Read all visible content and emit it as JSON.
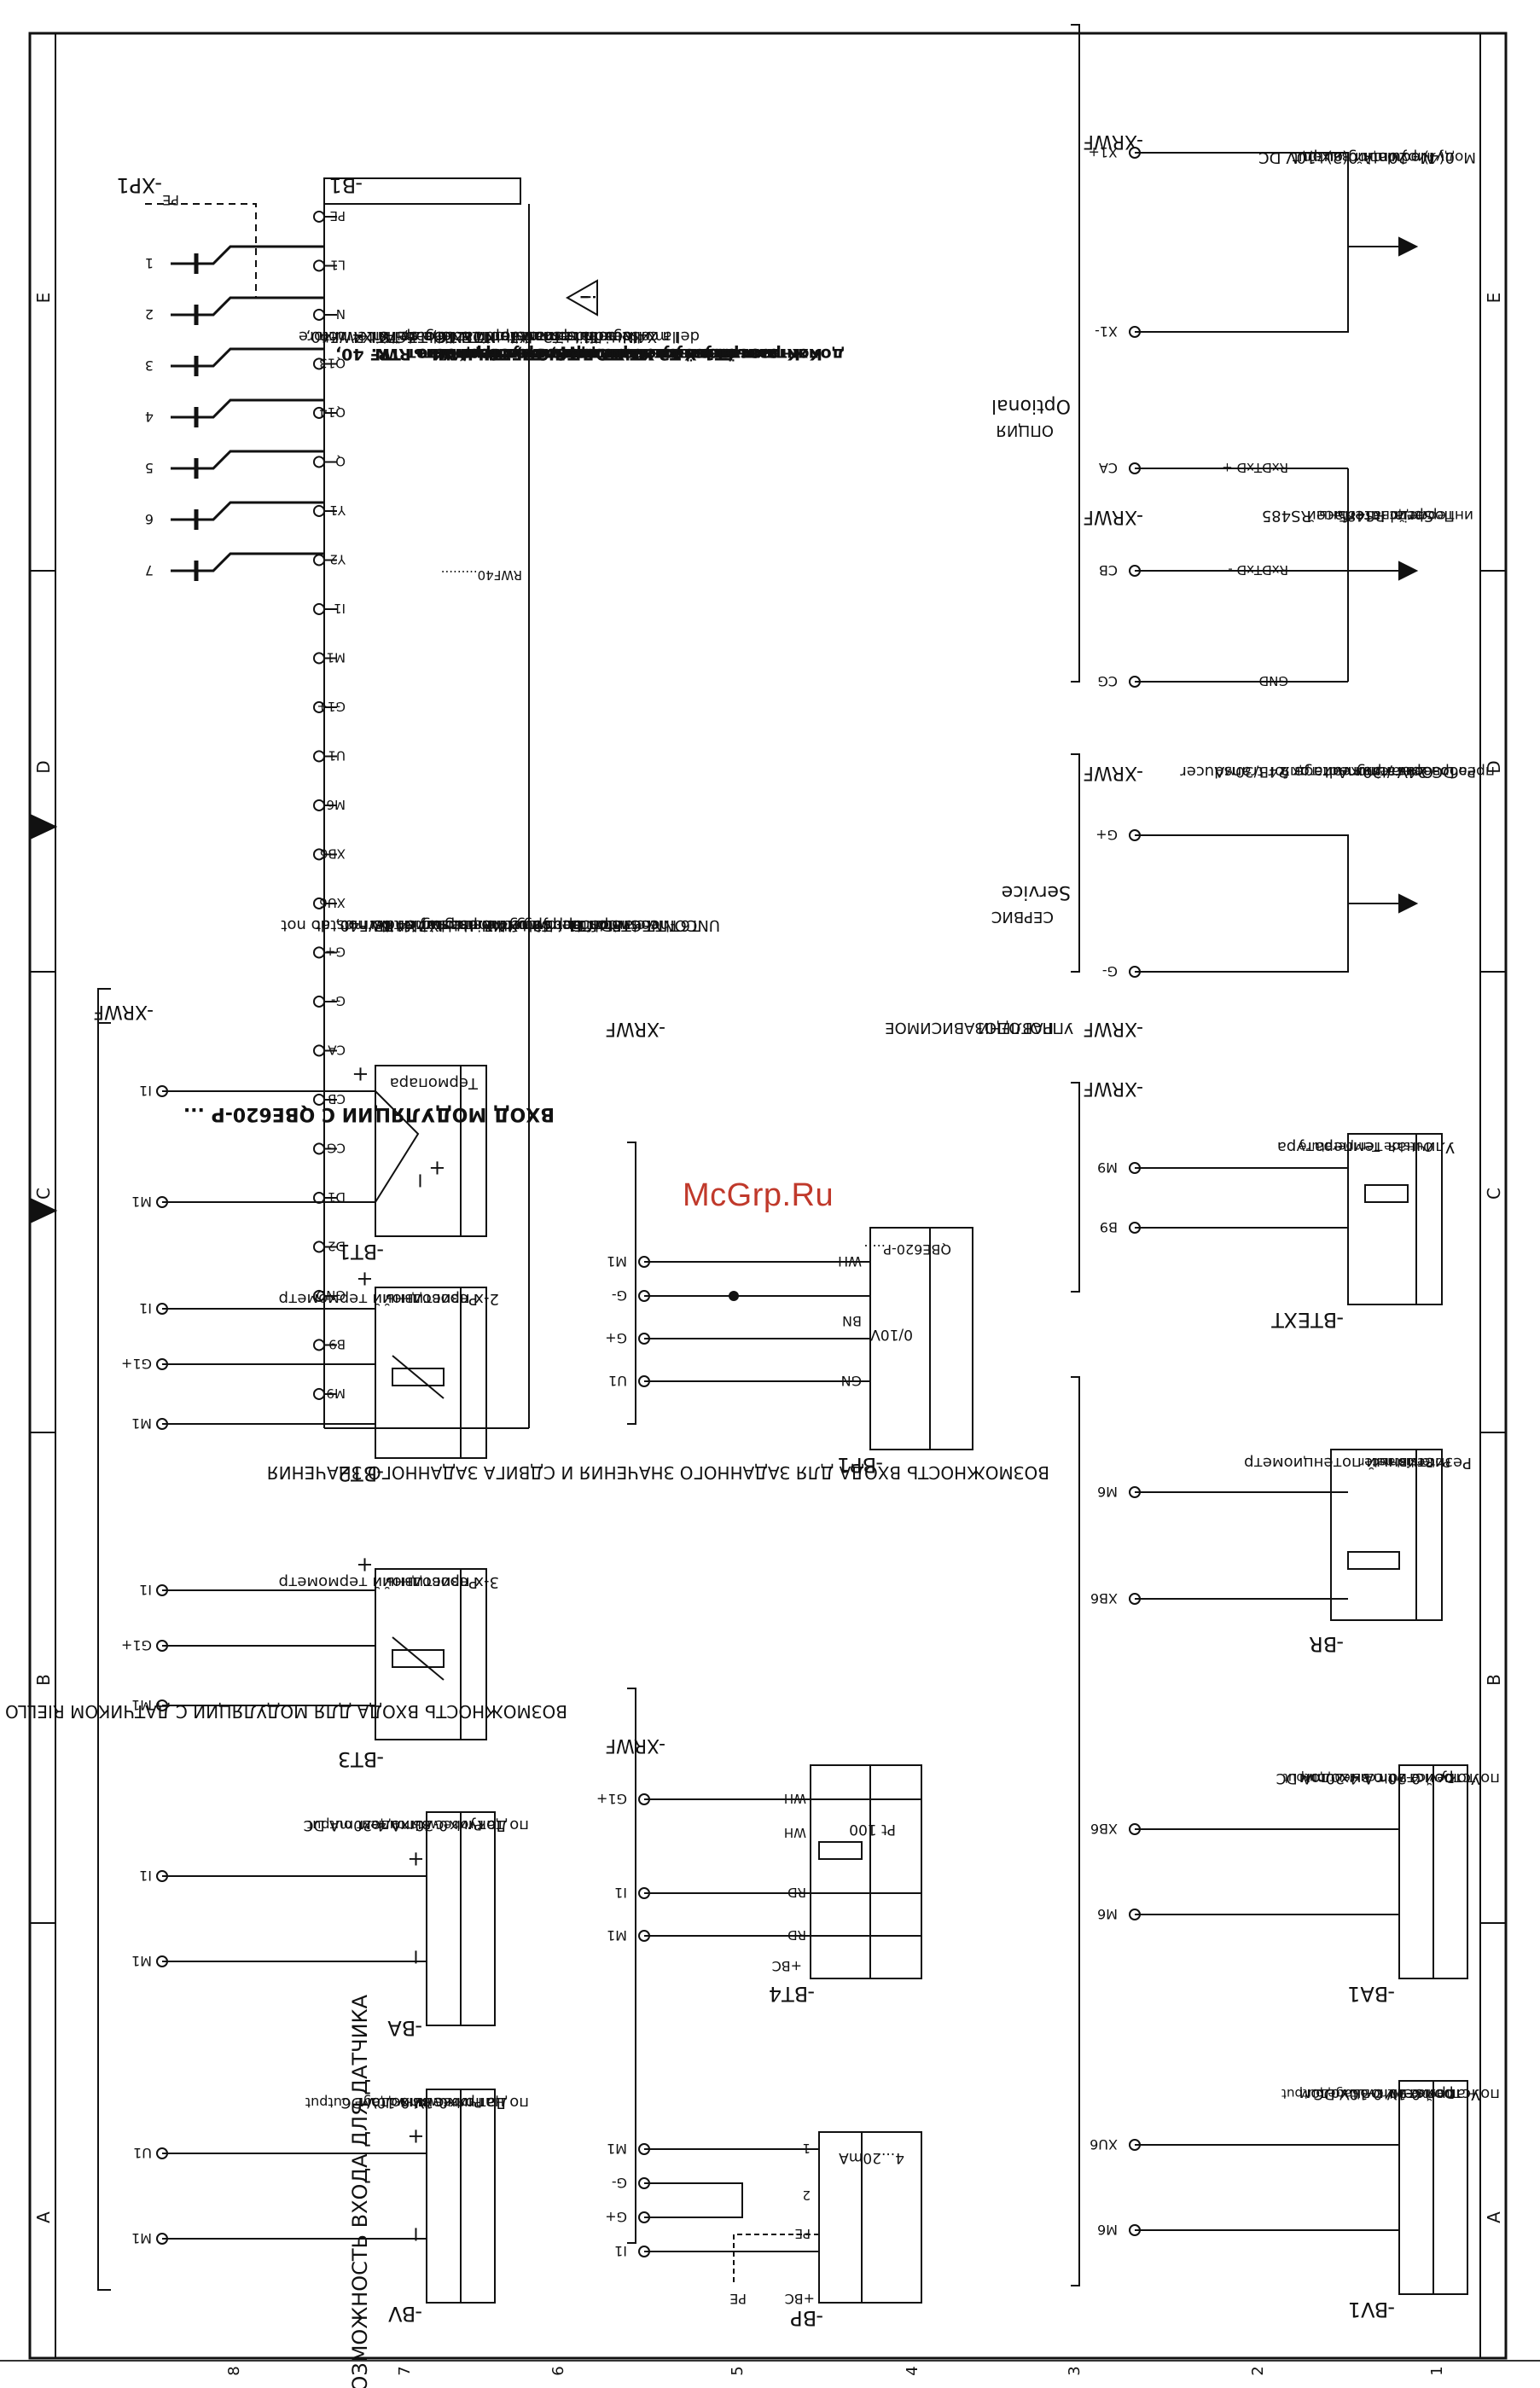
{
  "watermark": "McGrp.Ru",
  "frame": {
    "rows": [
      "A",
      "B",
      "C",
      "D",
      "E"
    ],
    "columns": [
      "1",
      "2",
      "3",
      "4",
      "5",
      "6",
      "7",
      "8"
    ]
  },
  "section_titles": {
    "sensor_inputs": "ВОЗМОЖНОСТЬ ВХОДА ДЛЯ ДАТЧИКА",
    "riello_modulation": "ВОЗМОЖНОСТЬ ВХОДА ДЛЯ МОДУЛЯЦИИ С ДАТЧИКОМ RIELLO",
    "qbe_modulation": "ВХОД МОДУЛЯЦИИ С QBE620-P ...",
    "setpoint_shift": "ВОЗМОЖНОСТЬ ВХОДА ДЛЯ ЗАДАННОГО ЗНАЧЕНИЯ И СДВИГА ЗАДАННОГО ЗНАЧЕНИЯ",
    "weather_line1": "ПОГОДОЗАВИСИМОЕ",
    "weather_line2": "УПРАВЛЕНИ",
    "service_ru": "СЕРВИС",
    "service_en": "Service",
    "optional_ru": "ОПЦИЯ",
    "optional_en": "Optional"
  },
  "connector_label": "-XRWF",
  "controller": {
    "id": "-B1",
    "model": "RWF40.........",
    "terminals": [
      "PE",
      "L1",
      "N",
      "Q13",
      "Q14",
      "Q",
      "Y1",
      "Y2",
      "I1",
      "M1",
      "G1+",
      "U1",
      "M6",
      "XB6",
      "XU6",
      "G+",
      "G-",
      "CA",
      "CB",
      "CG",
      "D1",
      "D2",
      "GND",
      "B9",
      "M9"
    ]
  },
  "plug": {
    "id": "-XP1",
    "pins": [
      "1",
      "2",
      "3",
      "4",
      "5",
      "6",
      "7"
    ],
    "pe": "PE"
  },
  "sensors": {
    "bt1": {
      "id": "-BT1",
      "pins": [
        "I1",
        "M1"
      ],
      "desc": "Термопара"
    },
    "bt2": {
      "id": "-BT2",
      "pins": [
        "I1",
        "G1+",
        "M1"
      ],
      "desc_line1": "Резистивный термометр",
      "desc_line2": "2-х проводной"
    },
    "bt3": {
      "id": "-BT3",
      "pins": [
        "I1",
        "G1+",
        "M1"
      ],
      "desc_line1": "Резистивный термометр",
      "desc_line2": "3-х проводной"
    },
    "ba": {
      "id": "-BA",
      "pins": [
        "I1",
        "M1"
      ],
      "range": "0-20mA  4-20mA DC",
      "desc_en": "Probe with current output",
      "desc_ru_line1": "Датчик с выходом",
      "desc_ru_line2": "по току"
    },
    "bv": {
      "id": "-BV",
      "pins": [
        "U1",
        "M1"
      ],
      "range": "0-1V  0-10V DC",
      "desc_en": "Probe with voltage output",
      "desc_ru_line1": "Датчик с выходом",
      "desc_ru_line2": "по напряжению"
    }
  },
  "qbe": {
    "id": "-BP1",
    "pins": [
      "M1",
      "G-",
      "G+",
      "U1"
    ],
    "wires": [
      "WH",
      "BN",
      "GN"
    ],
    "range": "0/10V",
    "model": "QBE620-P....."
  },
  "riello": {
    "bt4": {
      "id": "-BT4",
      "plus": "+BC",
      "pins": [
        "G1+",
        "I1",
        "M1"
      ],
      "wires": [
        "WH",
        "WH",
        "RD",
        "RD"
      ],
      "model": "Pt 100"
    },
    "bp": {
      "id": "-BP",
      "plus": "+BC",
      "pins": [
        "M1",
        "G-",
        "G+",
        "I1"
      ],
      "terms": [
        "1",
        "2",
        "PE"
      ],
      "range": "4...20mA",
      "pe": "PE"
    }
  },
  "setpoint": {
    "br": {
      "id": "-BR",
      "pins": [
        "M6",
        "XB6"
      ],
      "desc_en_line1": "Resistance",
      "desc_en_line2": "Potentiometer",
      "desc_ru": "Резистивный потенциометр"
    },
    "ba1": {
      "id": "-BA1",
      "pins": [
        "XB6",
        "M6"
      ],
      "range": "0-20mA  4-20mA DC",
      "desc_en": "Device with current output",
      "desc_ru_line1": "Устройство с выходом",
      "desc_ru_line2": "по току"
    },
    "bv1": {
      "id": "-BV1",
      "pins": [
        "XU6",
        "M6"
      ],
      "range": "0-1V  0-10V DC",
      "desc_en": "Device with voltage output",
      "desc_ru_line1": "Устройство с выходом",
      "desc_ru_line2": "по напряжению"
    }
  },
  "weather": {
    "btext": {
      "id": "-BTEXT",
      "pins": [
        "M9",
        "B9"
      ],
      "desc_en": "Outside Temperature",
      "desc_ru": "Уличная температура"
    }
  },
  "service": {
    "pins": [
      "G+",
      "G-"
    ],
    "desc_line1": "Operating voltage for transducer",
    "desc_line2": "DC 24V / 30mA",
    "desc_ru_line1": "Рабочее напряжение для",
    "desc_ru_line2": "преобразователя пост.ток 24В/30мА"
  },
  "serial": {
    "pins": [
      "CA",
      "CB",
      "CG"
    ],
    "signals": [
      "RxDTxD +",
      "RxDTxD -",
      "GND"
    ],
    "desc_en": "Serial Interface RS485",
    "desc_ru_line1": "Последовательный",
    "desc_ru_line2": "интерфейс RS485"
  },
  "modulating": {
    "pins": [
      "X1+",
      "X1-"
    ],
    "desc_line1": "Modulating output",
    "desc_line2": "0(4) - 20mA  0(2) -10V DC",
    "desc_ru": "Модулирующий выход"
  },
  "notes": {
    "italian": [
      "In caso di applicazione del Kit RWF40,",
      "nella spina X7 non collegare l'interruttore",
      "IN ed il termostato TL. Nella spina X4 non",
      "collegare il termostato TR.",
      "I morsetti T1 e T2 della X7 e T6, T7, T8",
      "della X4 devono rimanere NON COLLEGATI."
    ],
    "english": [
      "If applying the internal kit RWF40, do not",
      "connect switch IN and Limit thermostat",
      "switch TL in plug X7. In plug X4 do not",
      "connect Controlthermostat switch TR.",
      "The clamps T1 - T2 of the plug X7 and",
      "T6 - T7 - T8 of the plug X4 must stay",
      "UNCONNECTED."
    ],
    "russian": [
      "Если устанавливается устройство RWF 40,",
      "к разъёму X7 не надо присоединять",
      "выключатель IN и термостат TL.",
      "К разъёму X4 не присоединять термостат TR.",
      "Контакты T1 и T2 на X7 и T6, T7, T8 на X4",
      "должны оставаться НЕ ПОДКЛЮЧЕННЫМИ."
    ]
  }
}
